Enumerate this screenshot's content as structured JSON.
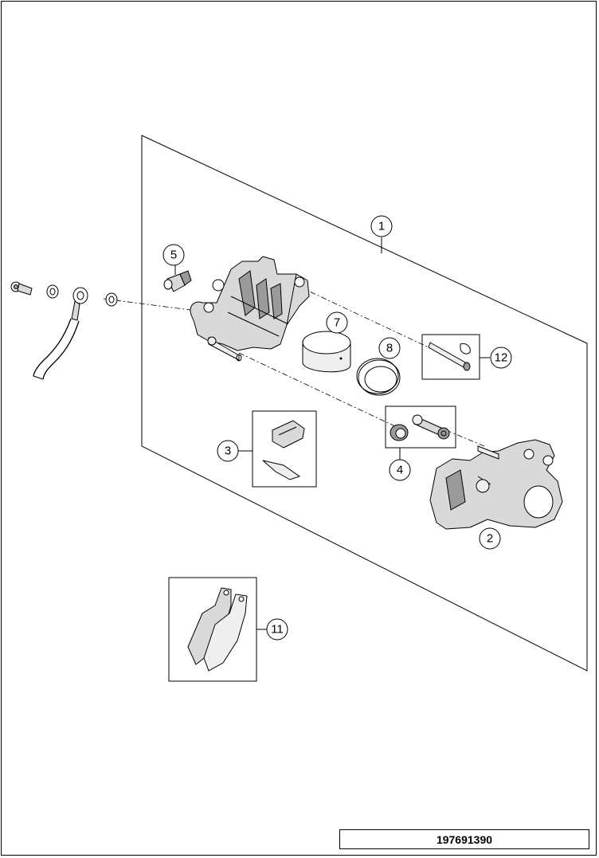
{
  "diagram": {
    "callouts": [
      "1",
      "2",
      "3",
      "4",
      "5",
      "7",
      "8",
      "11",
      "12"
    ],
    "drawing_number": "197691390"
  }
}
